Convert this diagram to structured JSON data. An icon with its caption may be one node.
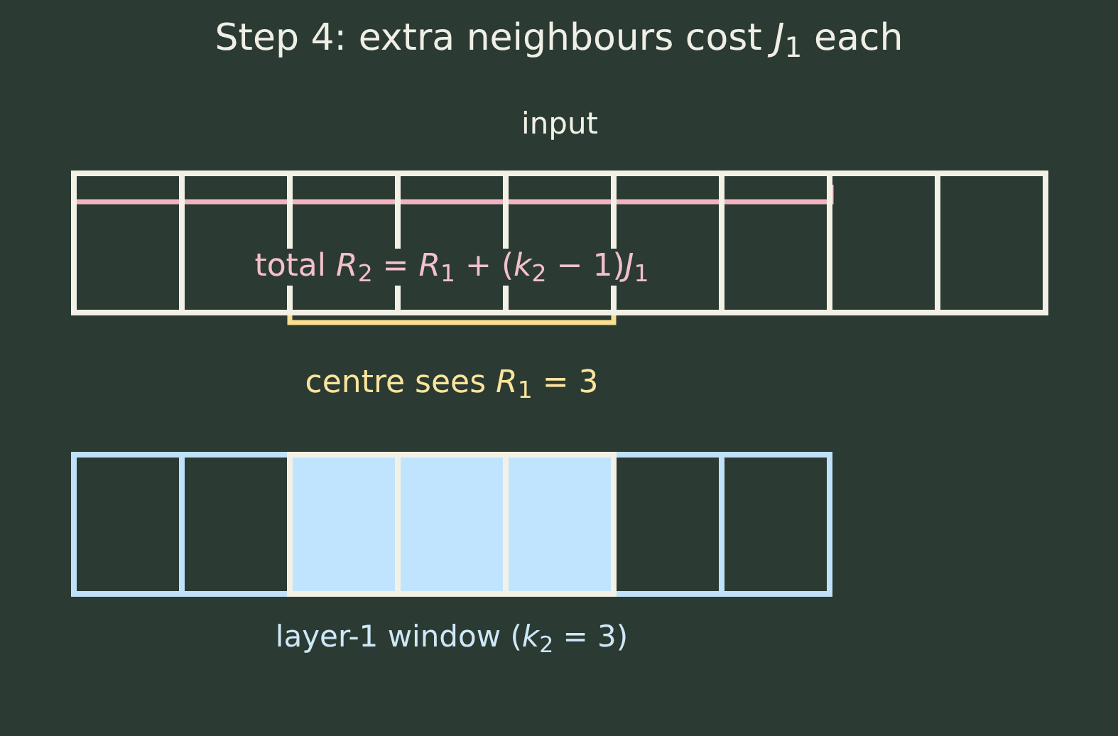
{
  "diagram": {
    "title": "Step 4: extra neighbours cost *J*$_{1}$ each",
    "nodes": [
      {
        "text": [
          "input"
        ]
      },
      {
        "text": [
          "layer-1 window (*k*$_{2}$ = 3)"
        ]
      }
    ],
    "labels": [
      "total *R*$_{2}$ = *R*$_{1}$ + (*k*$_{2}$ − 1)*J*$_{1}$",
      "centre sees *R*$_{1}$ = 3"
    ]
  }
}
